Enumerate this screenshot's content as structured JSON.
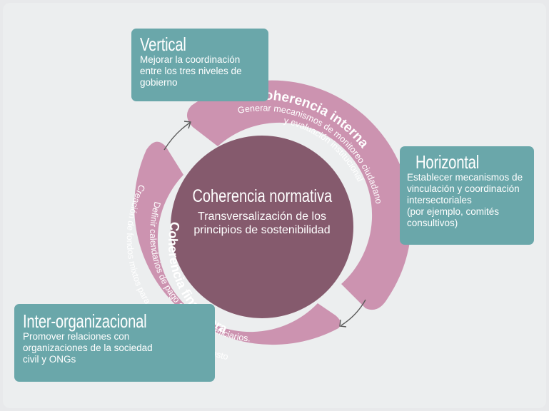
{
  "diagram": {
    "center": {
      "title": "Coherencia normativa",
      "subtitle": "Transversalización de los\nprincipios de sostenibilidad"
    },
    "ring_segments": [
      {
        "title": "Coherencia interna",
        "description_line1": "Generar mecanismos de monitoreo ciudadano",
        "description_line2": "y evaluación institucional"
      },
      {
        "title": "Coherencia financiera",
        "description_line1": "Definir calendarios de pago con los beneficiarios.",
        "description_line2": "Creación de fondos mixtos para aumentar el presupuesto"
      }
    ],
    "boxes": {
      "vertical": {
        "title": "Vertical",
        "description": "Mejorar la coordinación\nentre los tres niveles de\ngobierno"
      },
      "horizontal": {
        "title": "Horizontal",
        "description": "Establecer mecanismos de\nvinculación y coordinación\nintersectoriales\n(por ejemplo, comités\nconsultivos)"
      },
      "inter_organizacional": {
        "title": "Inter-organizacional",
        "description": "Promover relaciones con\norganizaciones de la sociedad\ncivil y ONGs"
      }
    },
    "arrows": [
      "cycle-arrow-top-left",
      "cycle-arrow-bottom-right"
    ],
    "colors": {
      "background": "#eceeef",
      "box": "#6aa7aa",
      "ring": "#cc93b0",
      "center": "#855a6d",
      "arrow": "#5a5a5a",
      "text": "#ffffff"
    }
  }
}
